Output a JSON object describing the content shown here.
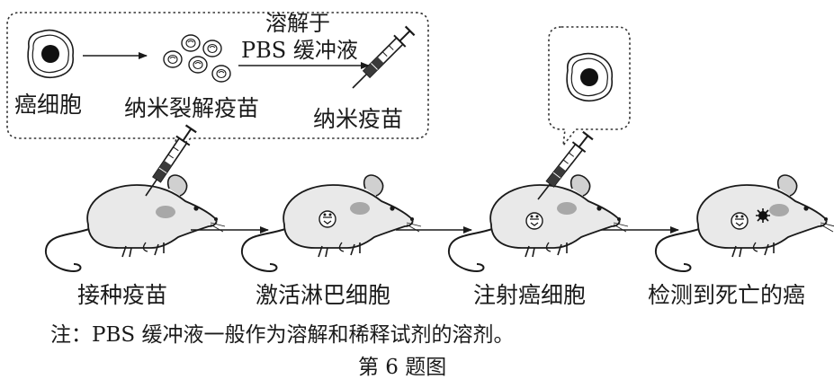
{
  "callout": {
    "cancer_cell": "癌细胞",
    "lysed_vaccine": "纳米裂解疫苗",
    "dissolve_in": "溶解于",
    "buffer": "PBS 缓冲液",
    "nano_vaccine": "纳米疫苗"
  },
  "steps": [
    {
      "label": "接种疫苗"
    },
    {
      "label": "激活淋巴细胞"
    },
    {
      "label": "注射癌细胞"
    },
    {
      "label": "检测到死亡的癌"
    }
  ],
  "note": "注：PBS 缓冲液一般作为溶解和稀释试剂的溶剂。",
  "figure_label": "第 6 题图",
  "colors": {
    "ink": "#1a1a1a",
    "mouse_fill": "#e9e9e9",
    "spot": "#a8a8a8"
  }
}
